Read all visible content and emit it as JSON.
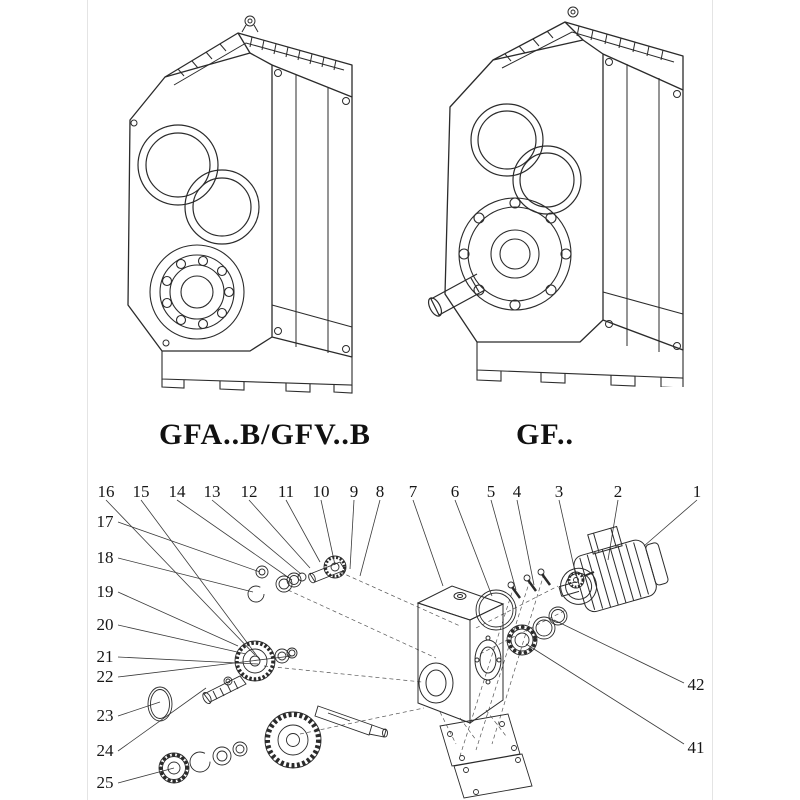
{
  "models": {
    "left": "GFA..B/GFV..B",
    "right": "GF.."
  },
  "exploded": {
    "top_row": [
      "16",
      "15",
      "14",
      "13",
      "12",
      "11",
      "10",
      "9",
      "8",
      "7",
      "6",
      "5",
      "4",
      "3",
      "2",
      "1"
    ],
    "left_col": [
      "17",
      "18",
      "19",
      "20",
      "21",
      "22",
      "23",
      "24",
      "25"
    ],
    "right_col": [
      "42",
      "41"
    ]
  },
  "colors": {
    "line": "#2b2b2b",
    "leader": "#3a3a3a"
  }
}
